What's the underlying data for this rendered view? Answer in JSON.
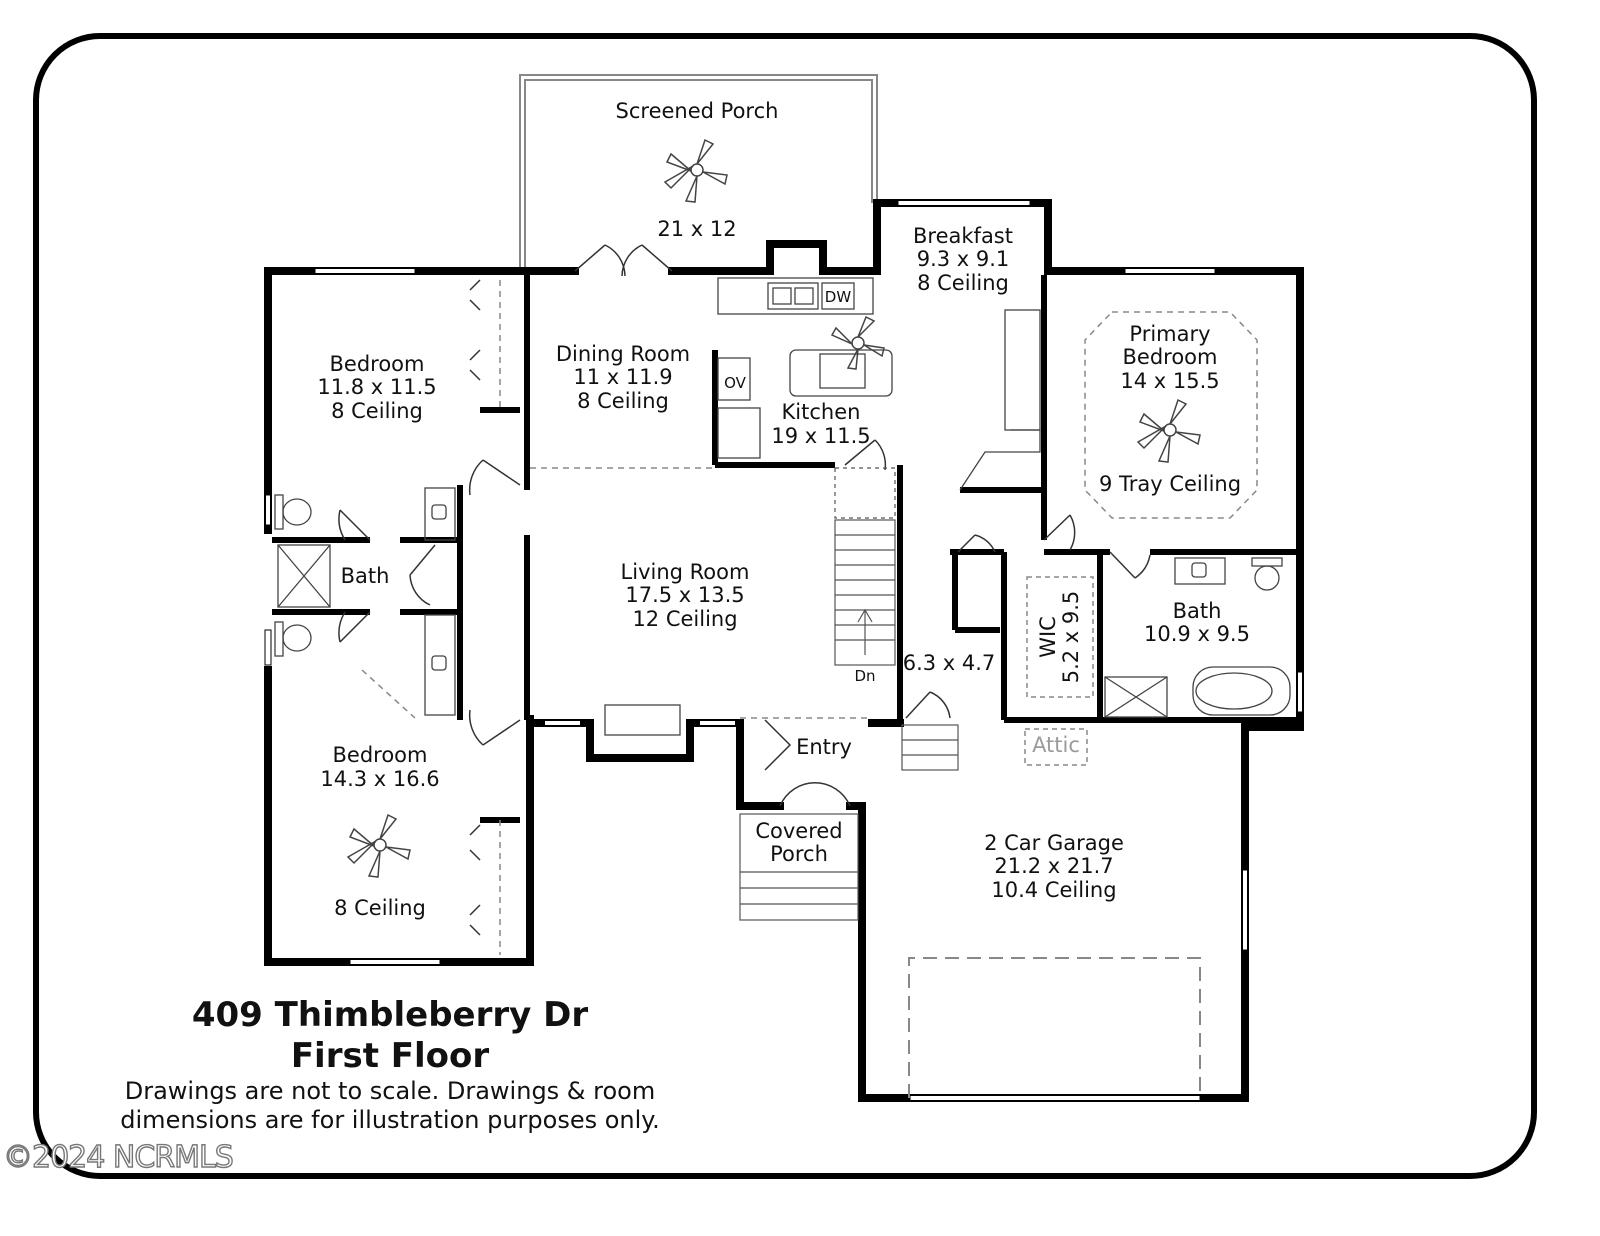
{
  "rooms": {
    "screened_porch": {
      "name": "Screened Porch",
      "dims": "21 x 12"
    },
    "breakfast": {
      "name": "Breakfast",
      "dims": "9.3 x 9.1",
      "ceiling": "8 Ceiling"
    },
    "bedroom_upper": {
      "name": "Bedroom",
      "dims": "11.8 x 11.5",
      "ceiling": "8 Ceiling"
    },
    "dining_room": {
      "name": "Dining Room",
      "dims": "11 x 11.9",
      "ceiling": "8 Ceiling"
    },
    "kitchen": {
      "name": "Kitchen",
      "dims": "19 x 11.5"
    },
    "primary_bedroom": {
      "name_line1": "Primary",
      "name_line2": "Bedroom",
      "dims": "14 x 15.5",
      "ceiling": "9 Tray Ceiling"
    },
    "bath_hall": {
      "name": "Bath"
    },
    "living_room": {
      "name": "Living Room",
      "dims": "17.5 x 13.5",
      "ceiling": "12 Ceiling"
    },
    "wic": {
      "name": "WIC",
      "dims": "5.2 x 9.5"
    },
    "bath_primary": {
      "name": "Bath",
      "dims": "10.9 x 9.5"
    },
    "laundry": {
      "dims": "6.3 x 4.7"
    },
    "stairs": {
      "label": "Dn"
    },
    "entry": {
      "name": "Entry"
    },
    "attic": {
      "name": "Attic"
    },
    "bedroom_lower": {
      "name": "Bedroom",
      "dims": "14.3 x 16.6",
      "ceiling": "8 Ceiling"
    },
    "covered_porch": {
      "name_line1": "Covered",
      "name_line2": "Porch"
    },
    "garage": {
      "name": "2 Car Garage",
      "dims": "21.2 x 21.7",
      "ceiling": "10.4 Ceiling"
    }
  },
  "appliances": {
    "dishwasher": "DW",
    "oven": "OV"
  },
  "caption": {
    "address": "409 Thimbleberry Dr",
    "floor": "First Floor",
    "disclaimer_line1": "Drawings are not to scale. Drawings & room",
    "disclaimer_line2": "dimensions are for illustration purposes only."
  },
  "watermark": "©2024 NCRMLS",
  "colors": {
    "wall": "#000000",
    "thin_line": "#555555",
    "dashed": "#888888",
    "background": "#ffffff"
  }
}
